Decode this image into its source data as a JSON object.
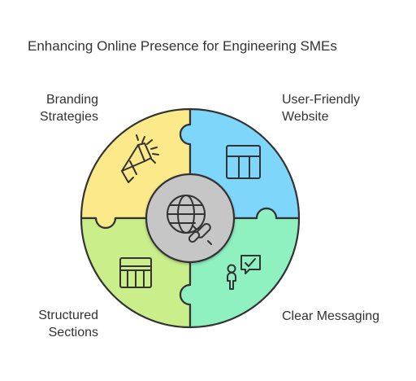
{
  "title": "Enhancing Online Presence for Engineering SMEs",
  "quadrants": [
    {
      "key": "top-left",
      "lines": [
        "Branding",
        "Strategies"
      ],
      "color": "#fbe98a",
      "icon": "megaphone-icon"
    },
    {
      "key": "top-right",
      "lines": [
        "User-Friendly",
        "Website"
      ],
      "color": "#7fd6fb",
      "icon": "website-layout-icon"
    },
    {
      "key": "bottom-left",
      "lines": [
        "Structured",
        "Sections"
      ],
      "color": "#c9ee8a",
      "icon": "table-sections-icon"
    },
    {
      "key": "bottom-right",
      "lines": [
        "Clear Messaging"
      ],
      "color": "#8ff0c0",
      "icon": "person-chat-check-icon"
    }
  ],
  "center": {
    "icon": "globe-link-broken-icon",
    "color": "#c6c6c6"
  }
}
